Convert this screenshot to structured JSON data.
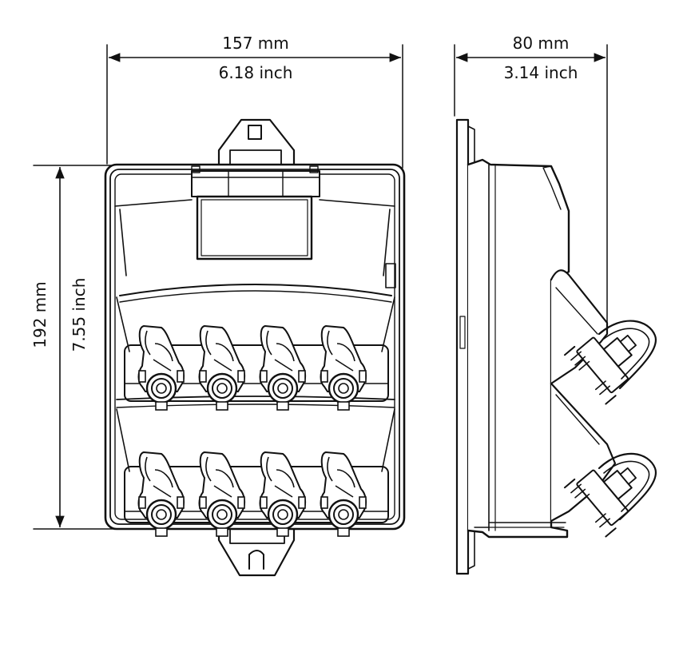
{
  "dimensions": {
    "width": {
      "metric": "157 mm",
      "imperial": "6.18 inch"
    },
    "height": {
      "metric": "192 mm",
      "imperial": "7.55 inch"
    },
    "depth": {
      "metric": "80 mm",
      "imperial": "3.14 inch"
    }
  },
  "colors": {
    "line": "#111111",
    "background": "#ffffff"
  }
}
